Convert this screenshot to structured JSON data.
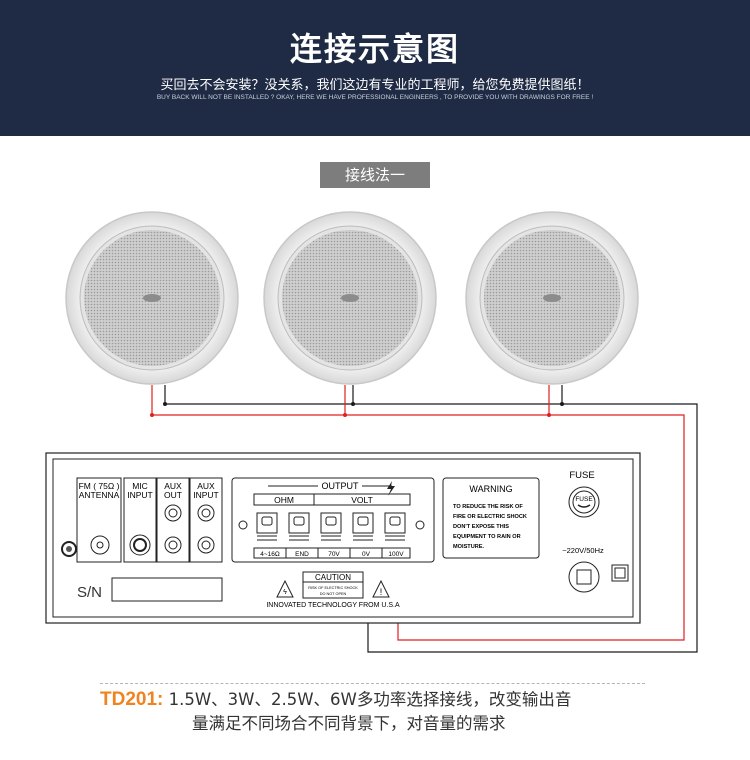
{
  "header": {
    "title": "连接示意图",
    "subtitle_cn": "买回去不会安装？没关系，我们这边有专业的工程师，给您免费提供图纸！",
    "subtitle_en": "BUY BACK WILL NOT BE INSTALLED ? OKAY, HERE WE HAVE PROFESSIONAL ENGINEERS , TO PROVIDE YOU WITH DRAWINGS FOR FREE !"
  },
  "method_label": "接线法一",
  "amplifier": {
    "inputs": [
      "FM ( 75Ω )",
      "ANTENNA",
      "MIC",
      "INPUT",
      "AUX",
      "OUT",
      "AUX",
      "INPUT"
    ],
    "output_title": "OUTPUT",
    "ohm_label": "OHM",
    "volt_label": "VOLT",
    "terminals": [
      "4~16Ω",
      "END",
      "70V",
      "0V",
      "100V"
    ],
    "warning_title": "WARNING",
    "warning_text": [
      "TO REDUCE THE RISK OF",
      "FIRE OR ELECTRIC SHOCK",
      "DON'T  EXPOSE  THIS",
      "EQUIPMENT TO RAIN OR",
      "MOISTURE."
    ],
    "fuse_label": "FUSE",
    "fuse_inner": "FUSE",
    "power_label": "~220V/50Hz",
    "sn_label": "S/N",
    "caution_title": "CAUTION",
    "caution_text": [
      "RISK OF ELECTRIC SHOCK",
      "DO NOT OPEN"
    ],
    "tagline": "INNOVATED TECHNOLOGY FROM U.S.A"
  },
  "colors": {
    "header_bg": "#1f2b45",
    "red_wire": "#e02020",
    "black_wire": "#1a1a1a",
    "model_orange": "#f0831e"
  },
  "caption": {
    "model": "TD201:",
    "line1": " 1.5W、3W、2.5W、6W多功率选择接线，改变输出音",
    "line2": "量满足不同场合不同背景下，对音量的需求"
  }
}
